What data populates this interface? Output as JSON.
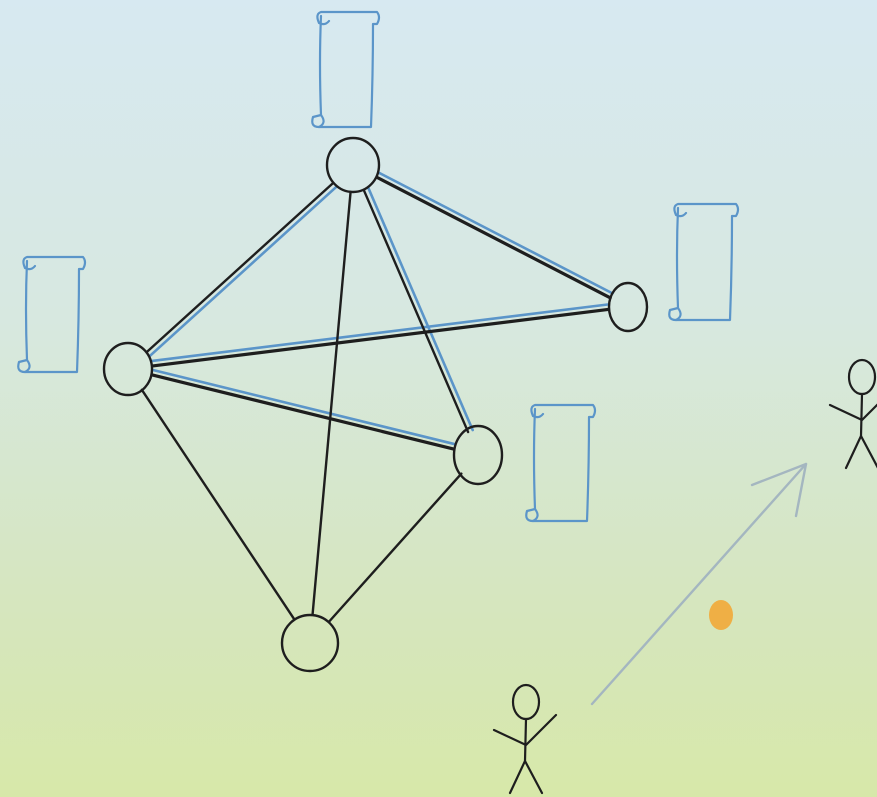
{
  "diagram": {
    "colors": {
      "node": "#1e1e1e",
      "black_link": "#1e1e1e",
      "blue_link": "#5b95c9",
      "scroll": "#5b95c9",
      "person": "#1e1e1e",
      "arrow": "#a4b6c0",
      "dot": "#efaf45"
    },
    "nodes": [
      {
        "id": "top",
        "name": "network-node-top"
      },
      {
        "id": "left",
        "name": "network-node-left"
      },
      {
        "id": "right",
        "name": "network-node-right"
      },
      {
        "id": "middle",
        "name": "network-node-middle"
      },
      {
        "id": "bottom",
        "name": "network-node-bottom"
      }
    ],
    "black_links": [
      [
        "top",
        "left"
      ],
      [
        "top",
        "right"
      ],
      [
        "top",
        "middle"
      ],
      [
        "top",
        "bottom"
      ],
      [
        "left",
        "right"
      ],
      [
        "left",
        "middle"
      ],
      [
        "left",
        "bottom"
      ],
      [
        "middle",
        "bottom"
      ]
    ],
    "blue_links": [
      [
        "top",
        "left"
      ],
      [
        "top",
        "right"
      ],
      [
        "top",
        "middle"
      ],
      [
        "left",
        "right"
      ],
      [
        "left",
        "middle"
      ]
    ],
    "scrolls": [
      {
        "name": "ledger-scroll-top-icon"
      },
      {
        "name": "ledger-scroll-left-icon"
      },
      {
        "name": "ledger-scroll-right-icon"
      },
      {
        "name": "ledger-scroll-middle-icon"
      }
    ],
    "people": [
      {
        "name": "person-bottom-icon"
      },
      {
        "name": "person-right-icon"
      }
    ],
    "icons": {
      "arrow": "transfer-arrow-icon",
      "dot": "coin-dot-icon"
    }
  }
}
